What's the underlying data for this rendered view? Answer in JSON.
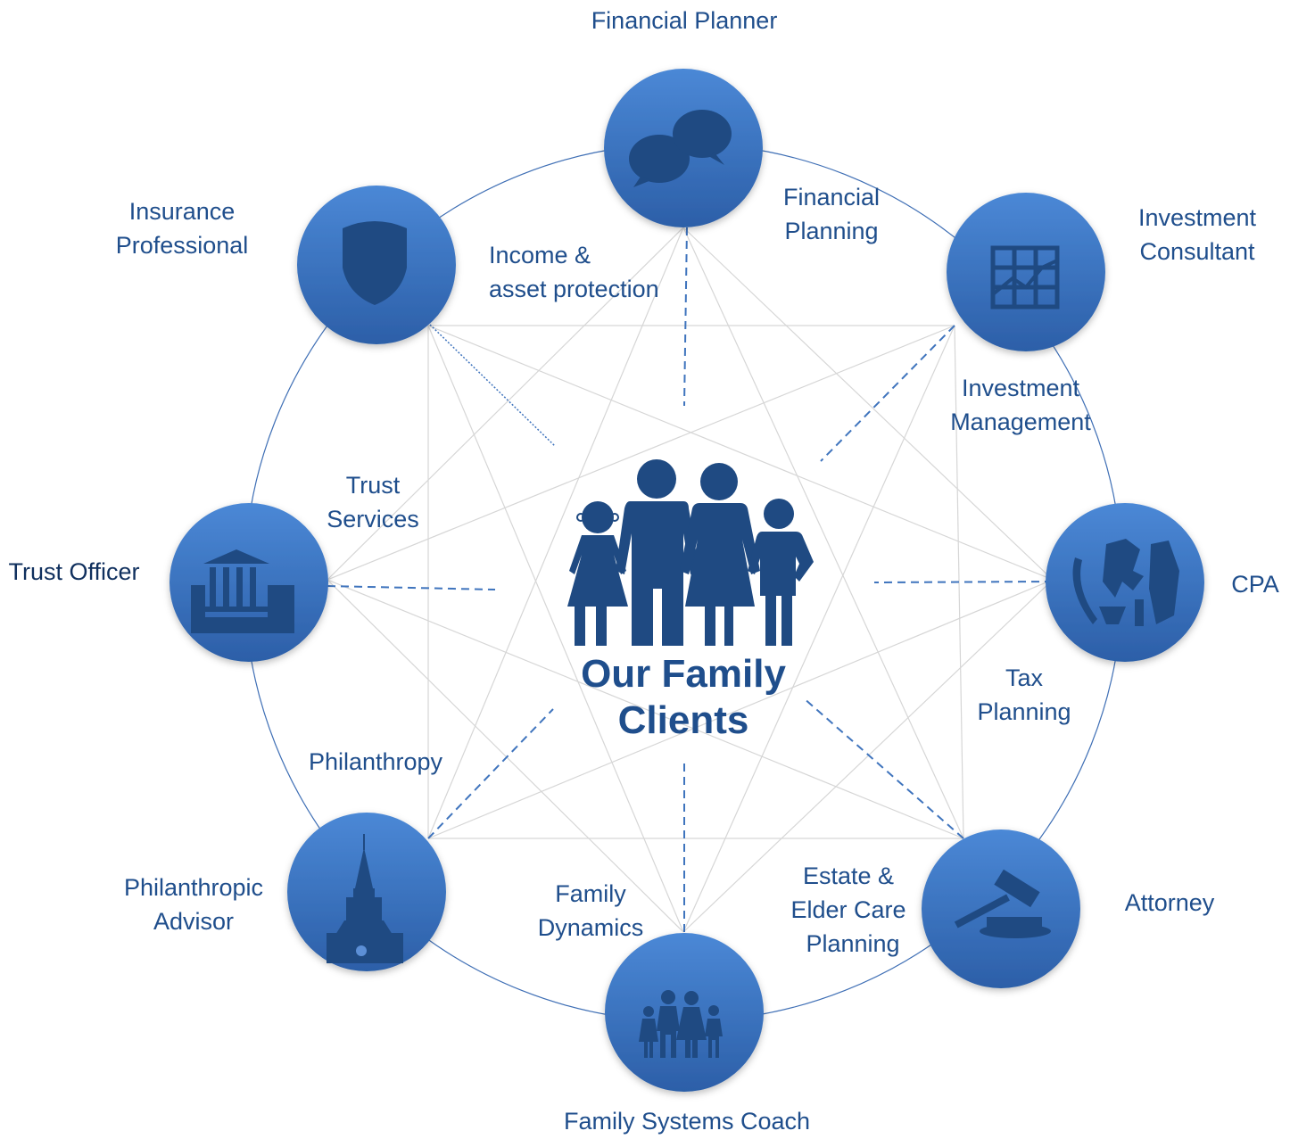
{
  "center": {
    "title_line1": "Our Family",
    "title_line2": "Clients"
  },
  "roles": {
    "financial_planner": "Financial  Planner",
    "insurance_professional": [
      "Insurance",
      "Professional"
    ],
    "investment_consultant": [
      "Investment",
      "Consultant"
    ],
    "trust_officer": "Trust Officer",
    "cpa": "CPA",
    "philanthropic_advisor": [
      "Philanthropic",
      "Advisor"
    ],
    "attorney": "Attorney",
    "family_systems_coach": "Family Systems Coach"
  },
  "services": {
    "financial_planning": [
      "Financial",
      "Planning"
    ],
    "income_asset_protection": [
      "Income &",
      "asset protection"
    ],
    "investment_management": [
      "Investment",
      "Management"
    ],
    "trust_services": [
      "Trust",
      "Services"
    ],
    "tax_planning": [
      "Tax",
      "Planning"
    ],
    "philanthropy": "Philanthropy",
    "family_dynamics": [
      "Family",
      "Dynamics"
    ],
    "estate_elder_care_planning": [
      "Estate &",
      "Elder Care",
      "Planning"
    ]
  },
  "icons": {
    "financial_planner": "speech-bubbles-icon",
    "insurance_professional": "shield-icon",
    "investment_consultant": "chart-grid-icon",
    "trust_officer": "bank-building-icon",
    "cpa": "irs-eagle-seal-icon",
    "philanthropic_advisor": "church-steeple-icon",
    "attorney": "gavel-icon",
    "family_systems_coach": "family-icon",
    "center": "family-group-icon"
  },
  "colors": {
    "node_light": "#4a86d4",
    "node_dark": "#2a5ea8",
    "icon": "#1f4a82",
    "ring": "#3f6fb5",
    "connector": "#d6d6d6",
    "dashed": "#3f74bd",
    "text": "#1f4e8c",
    "title": "#1f4e8c"
  }
}
